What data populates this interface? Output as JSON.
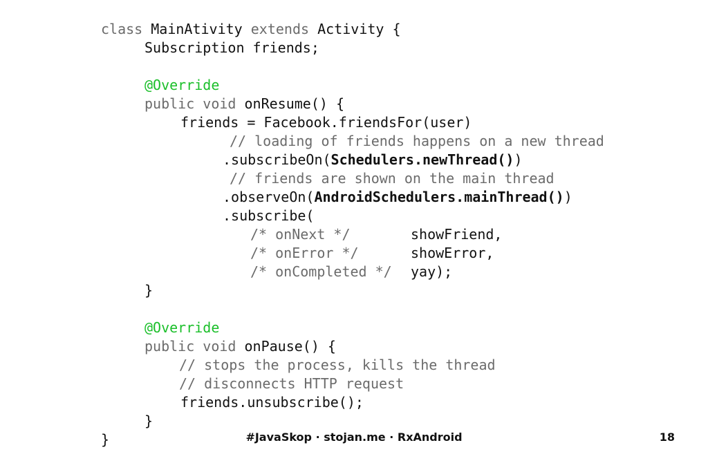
{
  "slide": {
    "lines": {
      "l1": {
        "kw_class": "class",
        "name": "MainAtivity",
        "kw_extends": "extends",
        "rest": "Activity {"
      },
      "l2": "Subscription friends;",
      "l3": "@Override",
      "l4": {
        "kw": "public void",
        "rest": "onResume() {"
      },
      "l5": "friends = Facebook.friendsFor(user)",
      "l6": "// loading of friends happens on a new thread",
      "l7": {
        "pre": ".subscribeOn(",
        "bold": "Schedulers.newThread()",
        "post": ")"
      },
      "l8": "// friends are shown on the main thread",
      "l9": {
        "pre": ".observeOn(",
        "bold": "AndroidSchedulers.mainThread()",
        "post": ")"
      },
      "l10": ".subscribe(",
      "l11": {
        "comment": "/* onNext */",
        "value": "showFriend,"
      },
      "l12": {
        "comment": "/* onError */",
        "value": "showError,"
      },
      "l13": {
        "comment": "/* onCompleted */",
        "value": "yay);"
      },
      "l14": "}",
      "l15": "@Override",
      "l16": {
        "kw": "public void",
        "rest": "onPause() {"
      },
      "l17": "// stops the process, kills the thread",
      "l18": "// disconnects HTTP request",
      "l19": "friends.unsubscribe();",
      "l20": "}",
      "l21": "}"
    },
    "footer": {
      "text": "#JavaSkop · stojan.me · RxAndroid",
      "page_number": "18"
    },
    "colors": {
      "annotation": "#1bbf2a",
      "keyword": "#6b6b6b",
      "text": "#111111"
    }
  }
}
